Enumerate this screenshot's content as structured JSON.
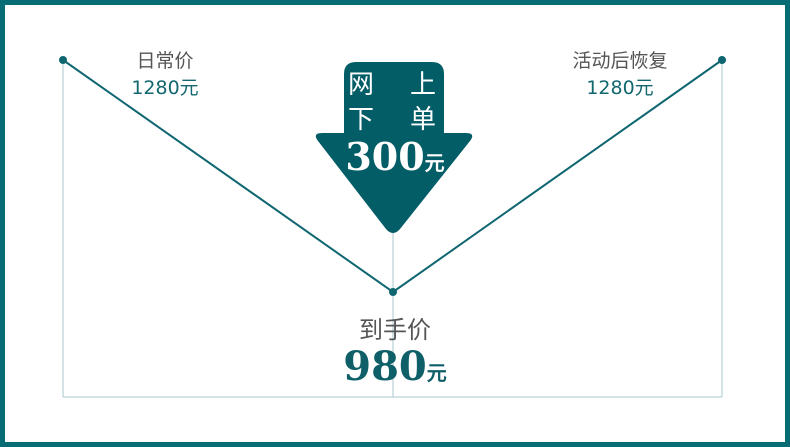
{
  "left": {
    "label": "日常价",
    "price": "1280元"
  },
  "right": {
    "label": "活动后恢复",
    "price": "1280元"
  },
  "arrow": {
    "chars": [
      "网",
      "上",
      "下",
      "单"
    ],
    "amount": "300",
    "unit": "元"
  },
  "bottom": {
    "label": "到手价",
    "amount": "980",
    "unit": "元"
  },
  "colors": {
    "accent": "#076c74",
    "arrow": "#035d67",
    "thin_line": "#a9c8cc"
  }
}
